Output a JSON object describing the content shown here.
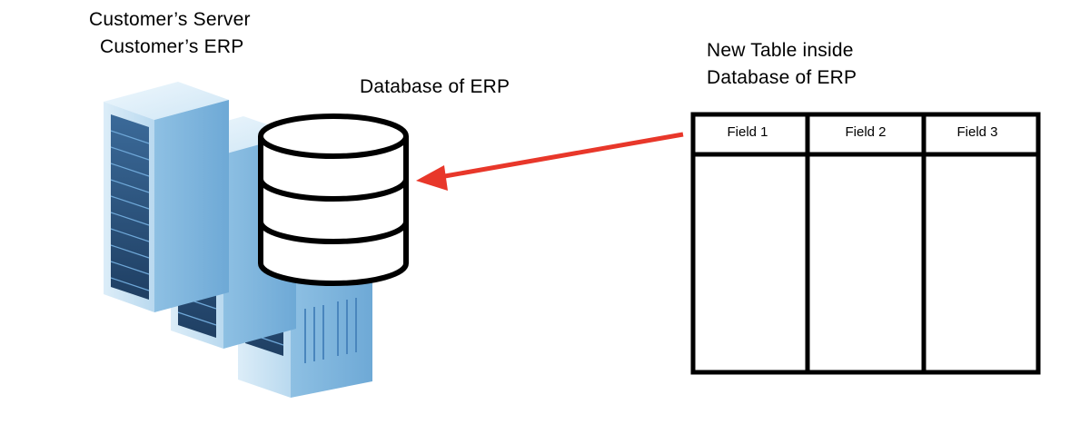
{
  "server": {
    "title": "Customer’s Server",
    "subtitle": "Customer’s ERP"
  },
  "database": {
    "label": "Database of ERP"
  },
  "new_table": {
    "title_line1": "New Table inside",
    "title_line2": "Database of ERP",
    "fields": [
      "Field 1",
      "Field 2",
      "Field 3"
    ]
  },
  "colors": {
    "arrow": "#e8372a",
    "server_light": "#cfe6f5",
    "server_mid": "#9fcbe8",
    "server_dark": "#2a4f78",
    "outline": "#000000"
  }
}
